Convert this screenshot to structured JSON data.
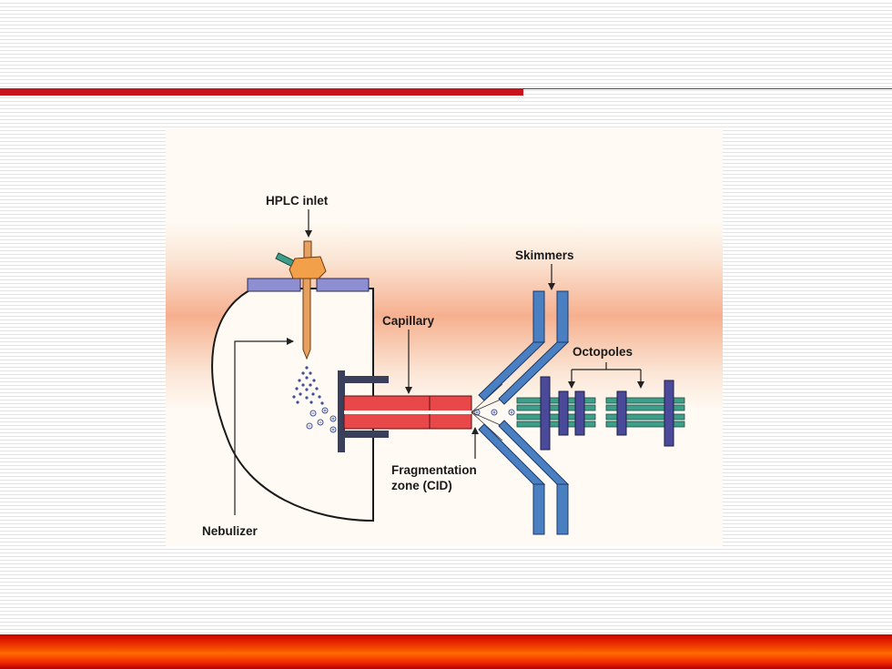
{
  "diagram": {
    "labels": {
      "hplc_inlet": "HPLC inlet",
      "skimmers": "Skimmers",
      "capillary": "Capillary",
      "octopoles": "Octopoles",
      "fragmentation_line1": "Fragmentation",
      "fragmentation_line2": "zone (CID)",
      "nebulizer": "Nebulizer"
    },
    "colors": {
      "accent_red": "#c8141c",
      "capillary": "#e8484a",
      "skimmer": "#4a7fc1",
      "octopole_rod": "#3d9e8a",
      "octopole_plate": "#4b4a9a",
      "nebulizer_head": "#f2a04a",
      "sprayer_tube": "#e8a060",
      "cap_plate": "#8d8fd1",
      "glow": "#f6b08f"
    }
  }
}
